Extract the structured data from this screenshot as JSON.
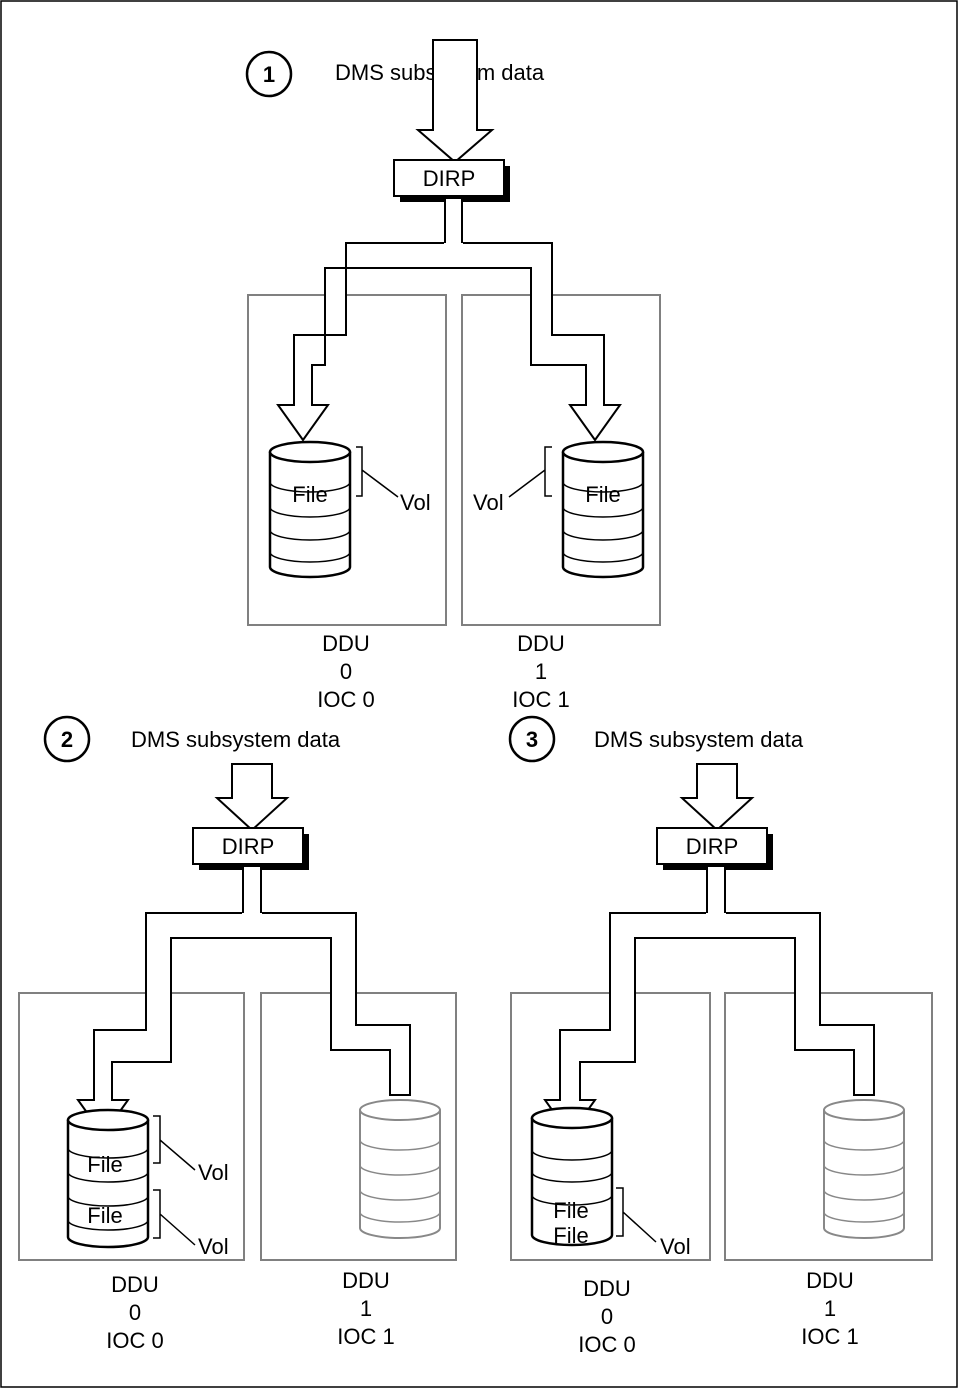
{
  "colors": {
    "stroke": "#000000",
    "inactive": "#888888",
    "box_border": "#808080",
    "frame": "#000000"
  },
  "scenarios": [
    {
      "number": "1",
      "source": "DMS subsystem data",
      "dirp": "DIRP",
      "ddus": [
        {
          "title": "DDU",
          "unit": "0",
          "ioc": "IOC 0",
          "active": true,
          "files": [
            "File"
          ],
          "vols": [
            "Vol"
          ]
        },
        {
          "title": "DDU",
          "unit": "1",
          "ioc": "IOC 1",
          "active": true,
          "files": [
            "File"
          ],
          "vols": [
            "Vol"
          ]
        }
      ]
    },
    {
      "number": "2",
      "source": "DMS subsystem data",
      "dirp": "DIRP",
      "ddus": [
        {
          "title": "DDU",
          "unit": "0",
          "ioc": "IOC 0",
          "active": true,
          "files": [
            "File",
            "File"
          ],
          "vols": [
            "Vol",
            "Vol"
          ]
        },
        {
          "title": "DDU",
          "unit": "1",
          "ioc": "IOC 1",
          "active": false,
          "files": [],
          "vols": []
        }
      ]
    },
    {
      "number": "3",
      "source": "DMS subsystem data",
      "dirp": "DIRP",
      "ddus": [
        {
          "title": "DDU",
          "unit": "0",
          "ioc": "IOC 0",
          "active": true,
          "files": [
            "File",
            "File"
          ],
          "vols": [
            "Vol"
          ]
        },
        {
          "title": "DDU",
          "unit": "1",
          "ioc": "IOC 1",
          "active": false,
          "files": [],
          "vols": []
        }
      ]
    }
  ]
}
